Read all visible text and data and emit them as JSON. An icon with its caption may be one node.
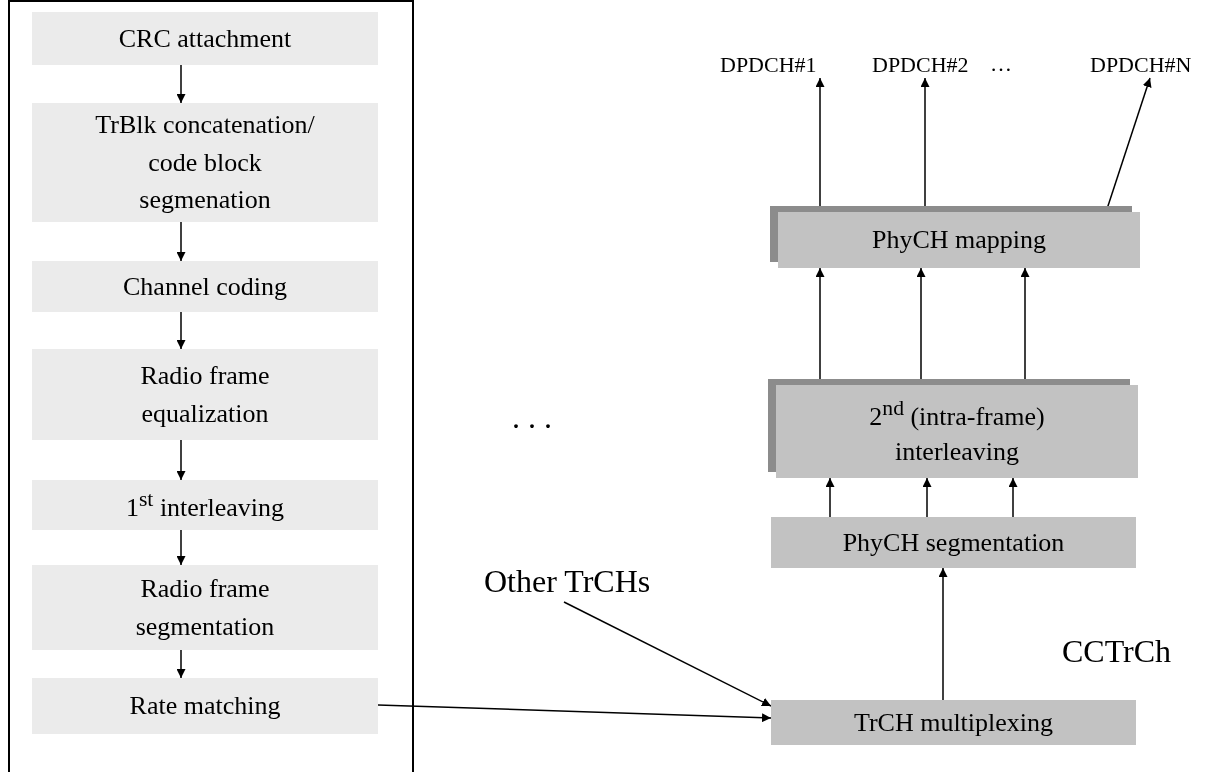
{
  "diagram": {
    "nodes": [
      {
        "text": [],
        "shape": "box"
      },
      {
        "text": [
          "CRC attachment"
        ],
        "in": 0
      },
      {
        "text": [
          "TrBlk concatenation/ code block segmenation"
        ],
        "in": 0
      },
      {
        "text": [
          "Channel coding"
        ],
        "in": 0
      },
      {
        "text": [
          "Radio frame equalization"
        ],
        "in": 0
      },
      {
        "text": [
          "1$^{st}$ interleaving"
        ],
        "in": 0
      },
      {
        "text": [
          "Radio frame segmentation"
        ],
        "in": 0
      },
      {
        "text": [
          "Rate matching"
        ],
        "in": 0
      },
      {
        "text": [
          "DPDCH#1"
        ]
      },
      {
        "text": [
          "DPDCH#2"
        ]
      },
      {
        "text": [
          "DPDCH#N"
        ]
      },
      {
        "text": [
          "PhyCH mapping"
        ]
      },
      {
        "text": [
          "2$^{nd}$ (intra-frame) interleaving"
        ]
      },
      {
        "text": [
          "Other TrCHs"
        ]
      },
      {
        "text": [
          "PhyCH segmentation"
        ]
      },
      {
        "text": [
          "TrCH multiplexing"
        ]
      }
    ],
    "edges": [
      {
        "from": 1,
        "to": 2,
        "arrow": "to"
      },
      {
        "from": 2,
        "to": 3,
        "arrow": "to"
      },
      {
        "from": 3,
        "to": 4,
        "arrow": "to"
      },
      {
        "from": 4,
        "to": 5,
        "arrow": "to"
      },
      {
        "from": 5,
        "to": 6,
        "arrow": "to"
      },
      {
        "from": 6,
        "to": 7,
        "arrow": "to"
      },
      {
        "from": 7,
        "to": 15,
        "arrow": "to"
      },
      {
        "from": 13,
        "to": 15,
        "arrow": "to"
      },
      {
        "from": 15,
        "to": 14,
        "arrow": "to"
      },
      {
        "from": 14,
        "to": 12,
        "arrow": "to"
      },
      {
        "from": 14,
        "to": 12,
        "arrow": "to"
      },
      {
        "from": 14,
        "to": 12,
        "arrow": "to"
      },
      {
        "from": 12,
        "to": 11,
        "arrow": "to"
      },
      {
        "from": 12,
        "to": 11,
        "arrow": "to"
      },
      {
        "from": 12,
        "to": 11,
        "arrow": "to"
      },
      {
        "from": 11,
        "to": 8,
        "arrow": "to"
      },
      {
        "from": 11,
        "to": 9,
        "arrow": "to"
      },
      {
        "from": 11,
        "to": 10,
        "arrow": "to"
      }
    ],
    "labels": [
      "…",
      ". . .",
      "CCTrCh"
    ]
  }
}
